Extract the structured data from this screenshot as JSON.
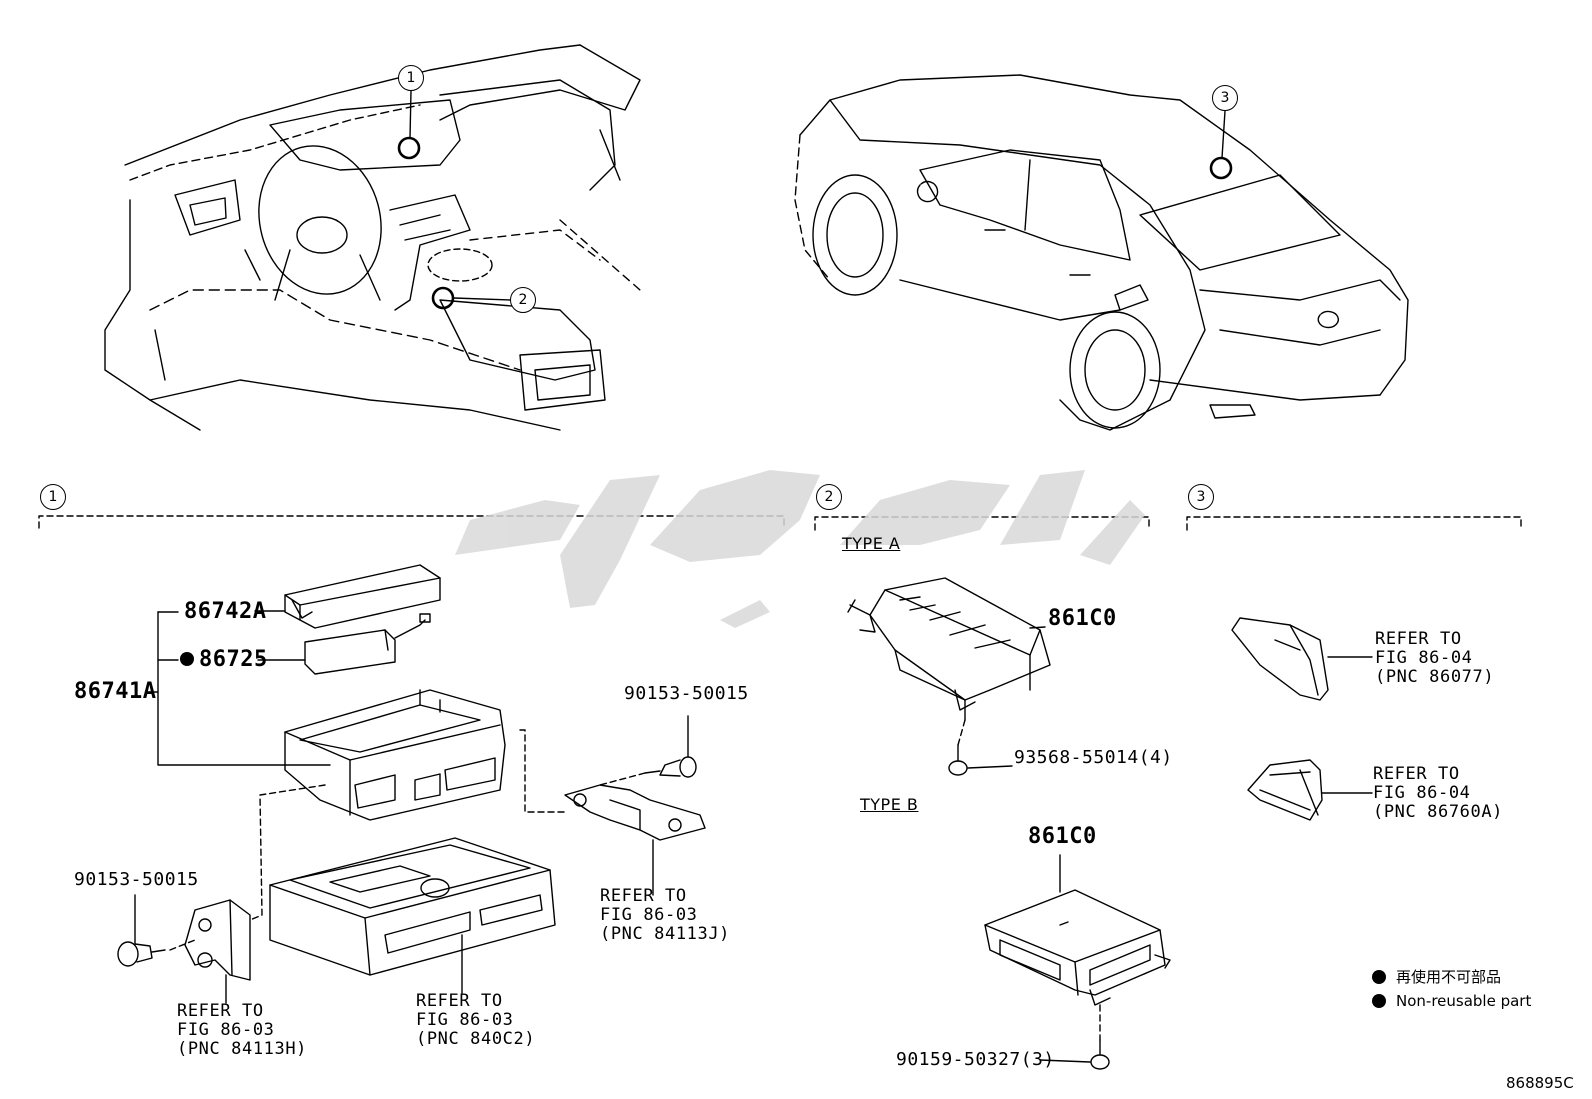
{
  "callouts": {
    "one": "1",
    "two": "2",
    "three": "3"
  },
  "sections": {
    "s1": "1",
    "s2": "2",
    "s3": "3"
  },
  "parts": {
    "p86742A": "86742A",
    "p86725": "86725",
    "p86741A": "86741A",
    "bolt_top": "90153-50015",
    "bolt_left": "90153-50015",
    "p861C0_a": "861C0",
    "p861C0_b": "861C0",
    "screw_a": "93568-55014(4)",
    "screw_b": "90159-50327(3)"
  },
  "refs": {
    "r84113J": [
      "REFER TO",
      "FIG 86-03",
      "(PNC 84113J)"
    ],
    "r84113H": [
      "REFER TO",
      "FIG 86-03",
      "(PNC 84113H)"
    ],
    "r840C2": [
      "REFER TO",
      "FIG 86-03",
      "(PNC 840C2)"
    ],
    "r86077": [
      "REFER TO",
      "FIG 86-04",
      "(PNC 86077)"
    ],
    "r86760A": [
      "REFER TO",
      "FIG 86-04",
      "(PNC 86760A)"
    ]
  },
  "types": {
    "a": "TYPE A",
    "b": "TYPE B"
  },
  "legend": {
    "jp": "再使用不可部品",
    "en": "Non-reusable part"
  },
  "figure_id": "868895C",
  "watermark_color": "#d9d9d9"
}
